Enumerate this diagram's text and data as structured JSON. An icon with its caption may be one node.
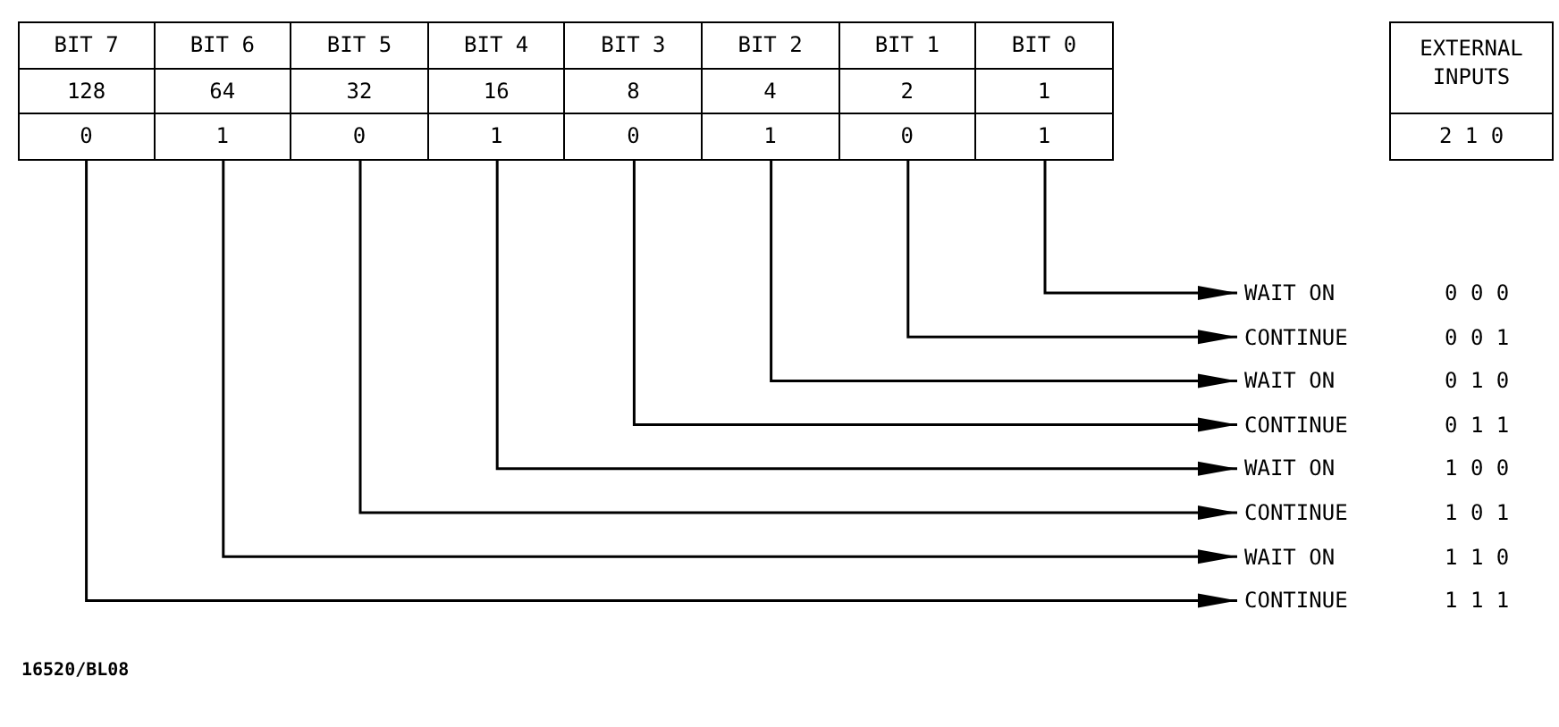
{
  "diagram": {
    "nodes": [
      {
        "text": [
          "BIT 7",
          "128",
          "0"
        ]
      },
      {
        "text": [
          "BIT 6",
          "64",
          "1"
        ]
      },
      {
        "text": [
          "BIT 5",
          "32",
          "0"
        ]
      },
      {
        "text": [
          "BIT 4",
          "16",
          "1"
        ]
      },
      {
        "text": [
          "BIT 3",
          "8",
          "0"
        ]
      },
      {
        "text": [
          "BIT 2",
          "4",
          "1"
        ]
      },
      {
        "text": [
          "BIT 1",
          "2",
          "0"
        ]
      },
      {
        "text": [
          "BIT 0",
          "1",
          "1"
        ]
      },
      {
        "text": [
          "EXTERNAL INPUTS",
          "2 1 0"
        ]
      },
      {
        "text": [
          "WAIT ON"
        ],
        "beside": [
          "0 0 0"
        ]
      },
      {
        "text": [
          "CONTINUE"
        ],
        "beside": [
          "0 0 1"
        ]
      },
      {
        "text": [
          "WAIT ON"
        ],
        "beside": [
          "0 1 0"
        ]
      },
      {
        "text": [
          "CONTINUE"
        ],
        "beside": [
          "0 1 1"
        ]
      },
      {
        "text": [
          "WAIT ON"
        ],
        "beside": [
          "1 0 0"
        ]
      },
      {
        "text": [
          "CONTINUE"
        ],
        "beside": [
          "1 0 1"
        ]
      },
      {
        "text": [
          "WAIT ON"
        ],
        "beside": [
          "1 1 0"
        ]
      },
      {
        "text": [
          "CONTINUE"
        ],
        "beside": [
          "1 1 1"
        ]
      }
    ],
    "edges": [
      {
        "from": 7,
        "to": 9,
        "arrow": "to"
      },
      {
        "from": 6,
        "to": 10,
        "arrow": "to"
      },
      {
        "from": 5,
        "to": 11,
        "arrow": "to"
      },
      {
        "from": 4,
        "to": 12,
        "arrow": "to"
      },
      {
        "from": 3,
        "to": 13,
        "arrow": "to"
      },
      {
        "from": 2,
        "to": 14,
        "arrow": "to"
      },
      {
        "from": 1,
        "to": 15,
        "arrow": "to"
      },
      {
        "from": 0,
        "to": 16,
        "arrow": "to"
      }
    ],
    "labels": [
      "16520/BL08"
    ]
  }
}
